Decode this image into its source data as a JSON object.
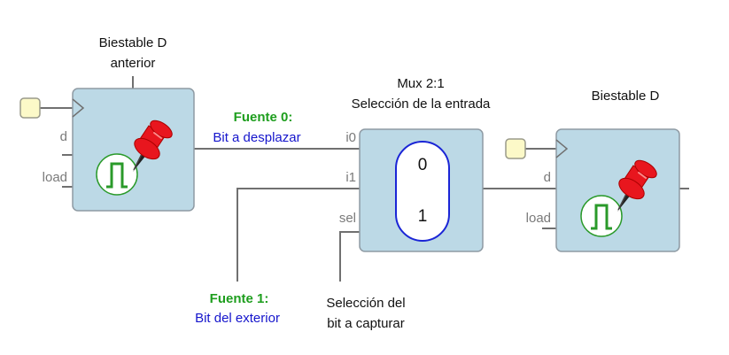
{
  "diagram": {
    "flipflop_prev": {
      "title_line1": "Biestable D",
      "title_line2": "anterior",
      "port_d": "d",
      "port_load": "load"
    },
    "mux": {
      "title_line1": "Mux 2:1",
      "title_line2": "Selección de la entrada",
      "port_i0": "i0",
      "port_i1": "i1",
      "port_sel": "sel",
      "value_0": "0",
      "value_1": "1"
    },
    "flipflop_next": {
      "title": "Biestable D",
      "port_d": "d",
      "port_load": "load"
    },
    "source0": {
      "line1": "Fuente 0:",
      "line2": "Bit a desplazar"
    },
    "source1": {
      "line1": "Fuente 1:",
      "line2": "Bit del exterior"
    },
    "select_note": {
      "line1": "Selección del",
      "line2": "bit a capturar"
    }
  },
  "colors": {
    "block_fill": "#bcd9e6",
    "block_stroke": "#8e9aa3",
    "wire": "#707070",
    "clock_fill": "#fcf9c8",
    "source_green": "#1e9e1e",
    "source_blue": "#1515cc",
    "mux_oval": "#1a25d6",
    "pulse_green": "#2a9a2a",
    "pin_red": "#e8161e"
  }
}
